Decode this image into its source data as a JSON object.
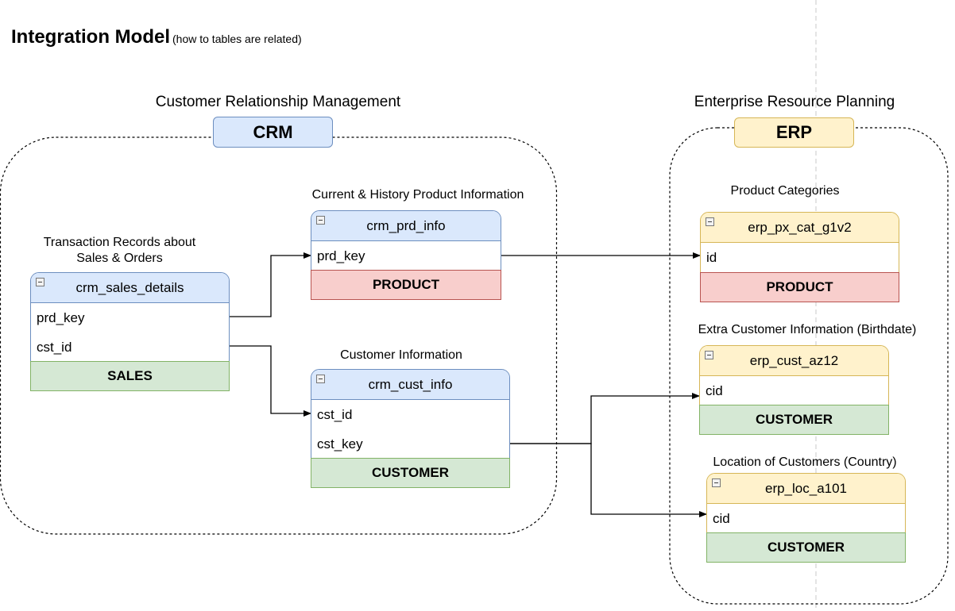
{
  "page": {
    "title": "Integration Model",
    "subtitle": "(how to tables are related)"
  },
  "groups": {
    "crm": {
      "label": "Customer Relationship Management",
      "tag": "CRM",
      "tag_fill": "#dae8fc",
      "tag_stroke": "#6c8ebf"
    },
    "erp": {
      "label": "Enterprise Resource Planning",
      "tag": "ERP",
      "tag_fill": "#fff2cc",
      "tag_stroke": "#d6b656"
    }
  },
  "tables": {
    "sales": {
      "caption_lines": [
        "Transaction Records about",
        "Sales & Orders"
      ],
      "name": "crm_sales_details",
      "fields": [
        "prd_key",
        "cst_id"
      ],
      "entity": "SALES"
    },
    "prd": {
      "caption": "Current & History Product Information",
      "name": "crm_prd_info",
      "fields": [
        "prd_key"
      ],
      "entity": "PRODUCT"
    },
    "cust": {
      "caption": "Customer  Information",
      "name": "crm_cust_info",
      "fields": [
        "cst_id",
        "cst_key"
      ],
      "entity": "CUSTOMER"
    },
    "pxcat": {
      "caption": "Product Categories",
      "name": "erp_px_cat_g1v2",
      "fields": [
        "id"
      ],
      "entity": "PRODUCT"
    },
    "az12": {
      "caption": "Extra Customer Information (Birthdate)",
      "name": "erp_cust_az12",
      "fields": [
        "cid"
      ],
      "entity": "CUSTOMER"
    },
    "loc": {
      "caption": "Location of Customers (Country)",
      "name": "erp_loc_a101",
      "fields": [
        "cid"
      ],
      "entity": "CUSTOMER"
    }
  },
  "relationships": [
    {
      "from": "crm_sales_details.prd_key",
      "to": "crm_prd_info.prd_key"
    },
    {
      "from": "crm_sales_details.cst_id",
      "to": "crm_cust_info.cst_id"
    },
    {
      "from": "crm_prd_info.prd_key",
      "to": "erp_px_cat_g1v2.id"
    },
    {
      "from": "crm_cust_info.cst_key",
      "to": "erp_cust_az12.cid"
    },
    {
      "from": "crm_cust_info.cst_key",
      "to": "erp_loc_a101.cid"
    }
  ],
  "colors": {
    "crm_header": "#dae8fc",
    "crm_stroke": "#6c8ebf",
    "erp_header": "#fff2cc",
    "erp_stroke": "#d6b656",
    "product_fill": "#f8cecc",
    "product_stroke": "#b85450",
    "customer_fill": "#d5e8d4",
    "customer_stroke": "#82b366"
  }
}
